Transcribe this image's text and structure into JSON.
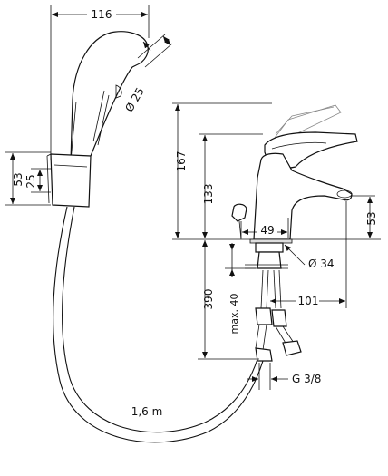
{
  "dimensions": {
    "spray_width": "116",
    "spray_diameter": "Ø 25",
    "holder_height": "53",
    "holder_inner": "25",
    "tap_total_height": "167",
    "tap_spout_height": "133",
    "lever_offset": "49",
    "spout_clearance": "53",
    "mount_hole": "Ø 34",
    "pipe_length": "390",
    "max_thickness": "max. 40",
    "spout_reach": "101",
    "thread": "G 3/8",
    "hose_length": "1,6 m"
  }
}
